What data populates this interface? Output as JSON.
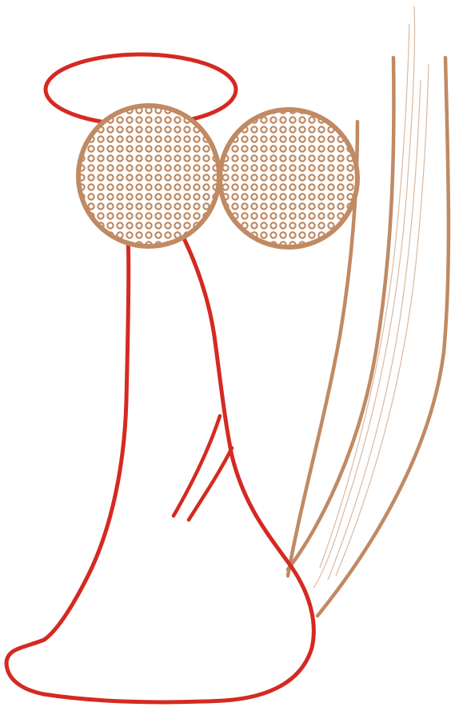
{
  "diagram": {
    "background": "#ffffff",
    "colors": {
      "outline_red": "#d42a22",
      "tendon_brown": "#c08a63",
      "fiber_light": "#d9b9a0",
      "ring_fill": "#ffffff"
    },
    "components": [
      "oval-outline",
      "textured-circle-left",
      "textured-circle-right",
      "foot-outline",
      "parallel-lines",
      "tendon-band",
      "tendon-fibers"
    ]
  }
}
